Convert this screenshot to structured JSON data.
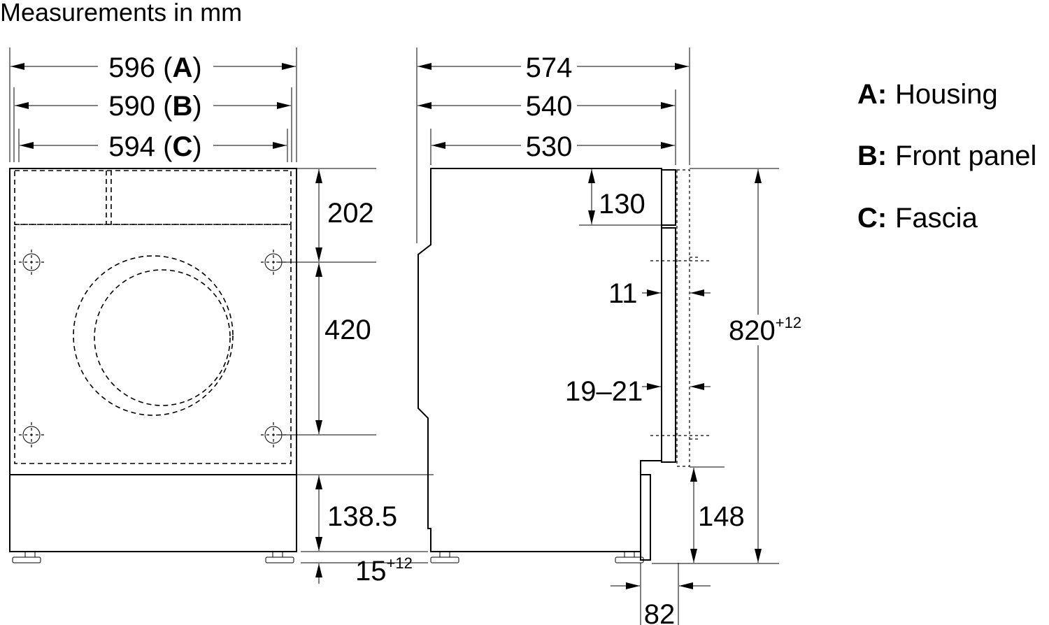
{
  "title": "Measurements in mm",
  "front_view": {
    "width_a": "596",
    "label_a": "A",
    "width_b": "590",
    "label_b": "B",
    "width_c": "594",
    "label_c": "C",
    "height_top": "202",
    "height_mid": "420",
    "height_base": "138.5",
    "feet": "15",
    "feet_tol": "+12"
  },
  "side_view": {
    "depth_total": "574",
    "depth_body": "540",
    "depth_cabinet": "530",
    "fascia_height": "130",
    "gap": "11",
    "panel_thickness": "19–21",
    "height_total": "820",
    "height_tol": "+12",
    "plinth_height": "148",
    "plinth_depth": "82"
  },
  "legend": [
    {
      "key": "A:",
      "label": "Housing"
    },
    {
      "key": "B:",
      "label": "Front panel"
    },
    {
      "key": "C:",
      "label": "Fascia"
    }
  ]
}
